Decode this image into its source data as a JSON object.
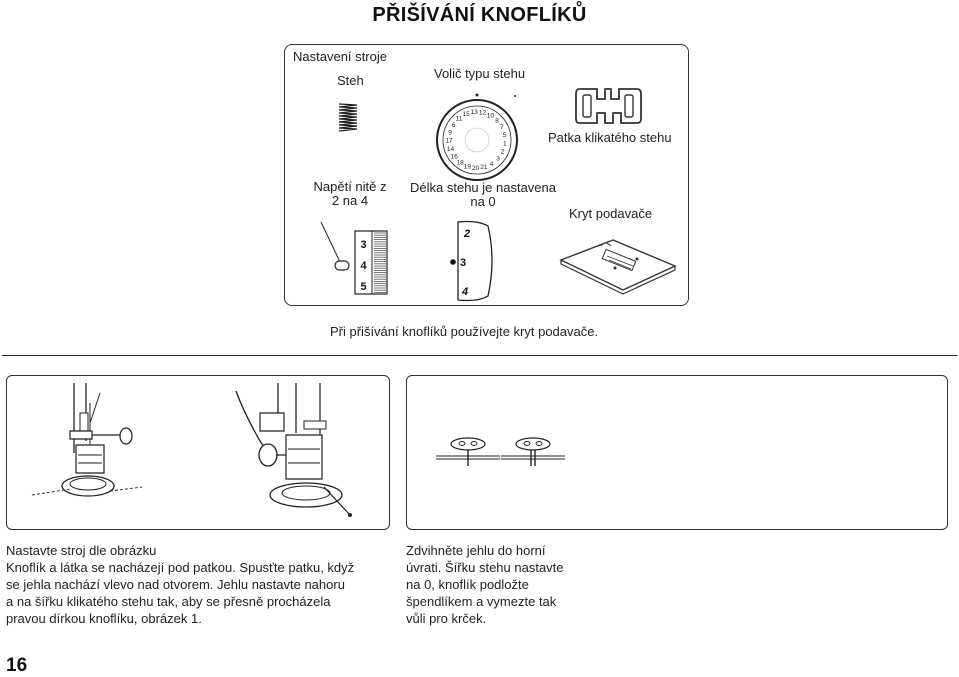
{
  "title": "PŘIŠÍVÁNÍ KNOFLÍKŮ",
  "settings": {
    "machine_settings_label": "Nastavení stroje",
    "stitch_label": "Steh",
    "selector_label": "Volič typu stehu",
    "foot_label": "Patka klikatého stehu",
    "tension_label_line1": "Napětí nitě z",
    "tension_label_line2": "2 na 4",
    "length_label_line1": "Délka stehu je nastavena",
    "length_label_line2": "na 0",
    "feed_cover_label": "Kryt podavače",
    "tension_dial_numbers": [
      "3",
      "4",
      "5"
    ],
    "length_dial_numbers": [
      "2",
      "3",
      "4"
    ],
    "selector_dial_numbers": [
      "11",
      "15",
      "13",
      "12",
      "10",
      "8",
      "7",
      "5",
      "1",
      "2",
      "3",
      "4",
      "21",
      "20",
      "19",
      "18",
      "16",
      "14",
      "17",
      "9",
      "6"
    ]
  },
  "note": "Při přišívání knoflíků používejte kryt podavače.",
  "left_text": {
    "line1": "Nastavte stroj dle obrázku",
    "line2": "Knoflík a látka se nacházejí pod patkou. Spusťte patku, když",
    "line3": "se jehla nachází vlevo nad otvorem. Jehlu nastavte nahoru",
    "line4": "a na šířku klikatého stehu tak, aby se přesně procházela",
    "line5": "pravou dírkou knoflíku, obrázek 1."
  },
  "right_text": {
    "line1": "Zdvihněte jehlu do horní",
    "line2": "úvrati. Šířku stehu nastavte",
    "line3": "na 0, knoflík podložte",
    "line4": "špendlíkem a vymezte tak",
    "line5": "vůli pro krček."
  },
  "page_number": "16"
}
